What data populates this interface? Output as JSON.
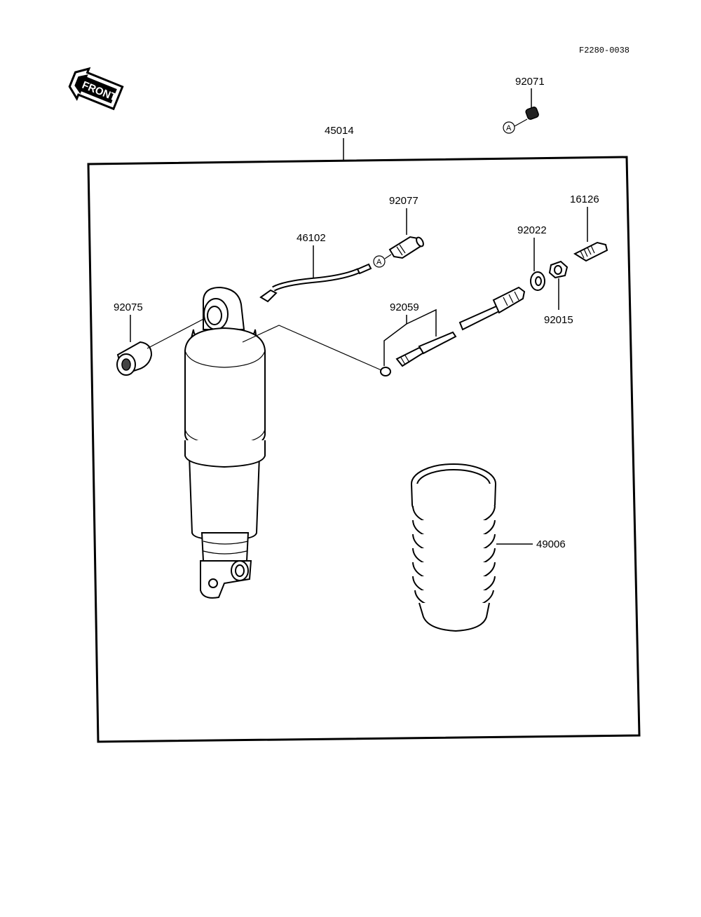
{
  "diagram": {
    "figure_code": "F2280-0038",
    "front_label": "FRONT",
    "ref_marker": "A",
    "parts": {
      "p45014": "45014",
      "p92071": "92071",
      "p92077": "92077",
      "p16126": "16126",
      "p46102": "46102",
      "p92022": "92022",
      "p92075": "92075",
      "p92059": "92059",
      "p92015": "92015",
      "p49006": "49006"
    }
  }
}
